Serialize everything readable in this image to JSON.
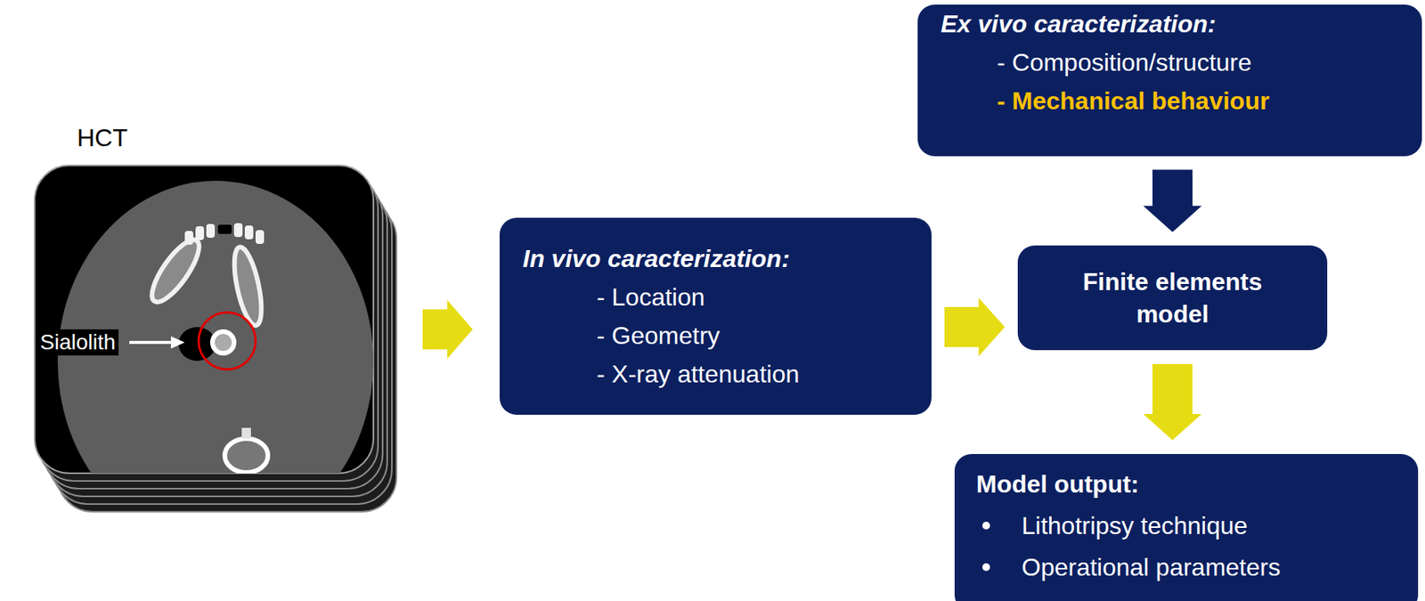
{
  "diagram": {
    "nodes": [
      {
        "text": [
          "In vivo caracterization:",
          "- Location",
          "- Geometry",
          "- X-ray attenuation"
        ]
      },
      {
        "text": [
          "Ex vivo caracterization:",
          "- Composition/structure",
          "- Mechanical behaviour"
        ]
      },
      {
        "text": [
          "Finite elements model"
        ]
      },
      {
        "text": [
          "Model output:",
          "Lithotripsy technique",
          "Operational parameters"
        ]
      }
    ],
    "edges": [
      {
        "from": 0,
        "to": 2,
        "arrow": "to"
      },
      {
        "from": 1,
        "to": 2,
        "arrow": "to"
      },
      {
        "from": 2,
        "to": 3,
        "arrow": "to"
      }
    ],
    "labels": [
      "HCT",
      "Sialolith"
    ]
  }
}
